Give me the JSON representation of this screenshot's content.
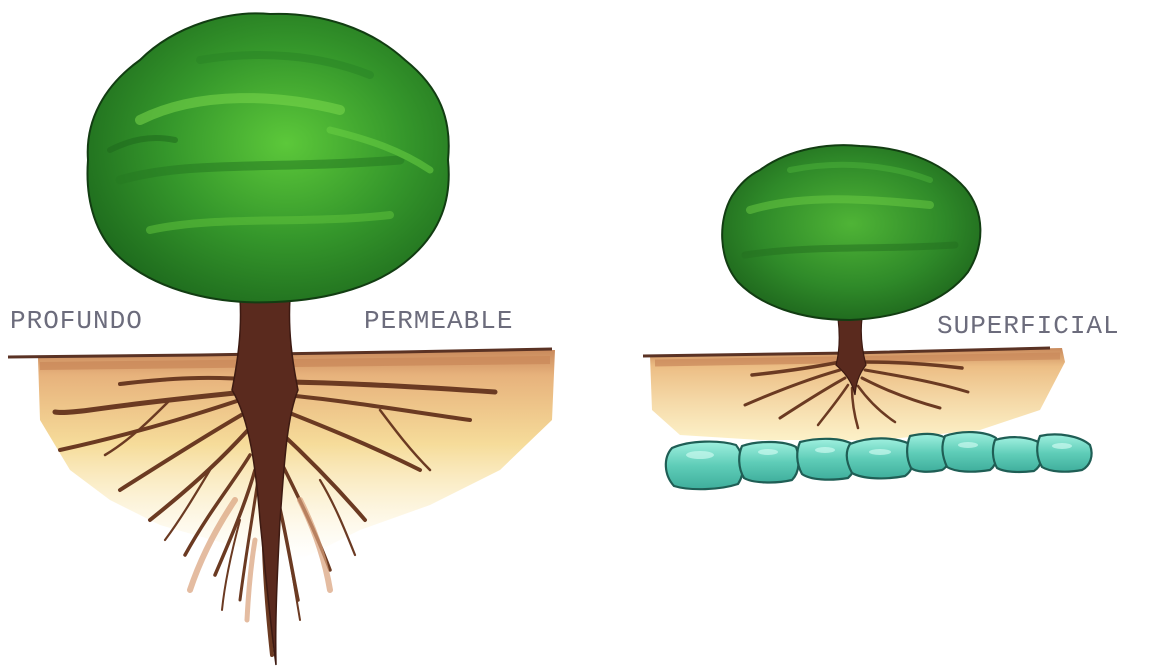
{
  "labels": {
    "deep": "PROFUNDO",
    "permeable": "PERMEABLE",
    "shallow": "SUPERFICIAL"
  },
  "colors": {
    "foliage": "#2f8f2a",
    "foliage_light": "#58c23a",
    "foliage_dark": "#1e6a1c",
    "trunk": "#5a2a1e",
    "root": "#6b3a22",
    "soil_top": "#c9885a",
    "soil_mid": "#f2c989",
    "soil_low": "#fbe9a8",
    "rock_fill": "#5fcdb8",
    "rock_edge": "#1f5e55",
    "ground_line": "#5a3224",
    "label_text": "#6c6c7c"
  },
  "icons": [
    "large-tree-icon",
    "small-tree-icon",
    "rock-layer-icon"
  ]
}
